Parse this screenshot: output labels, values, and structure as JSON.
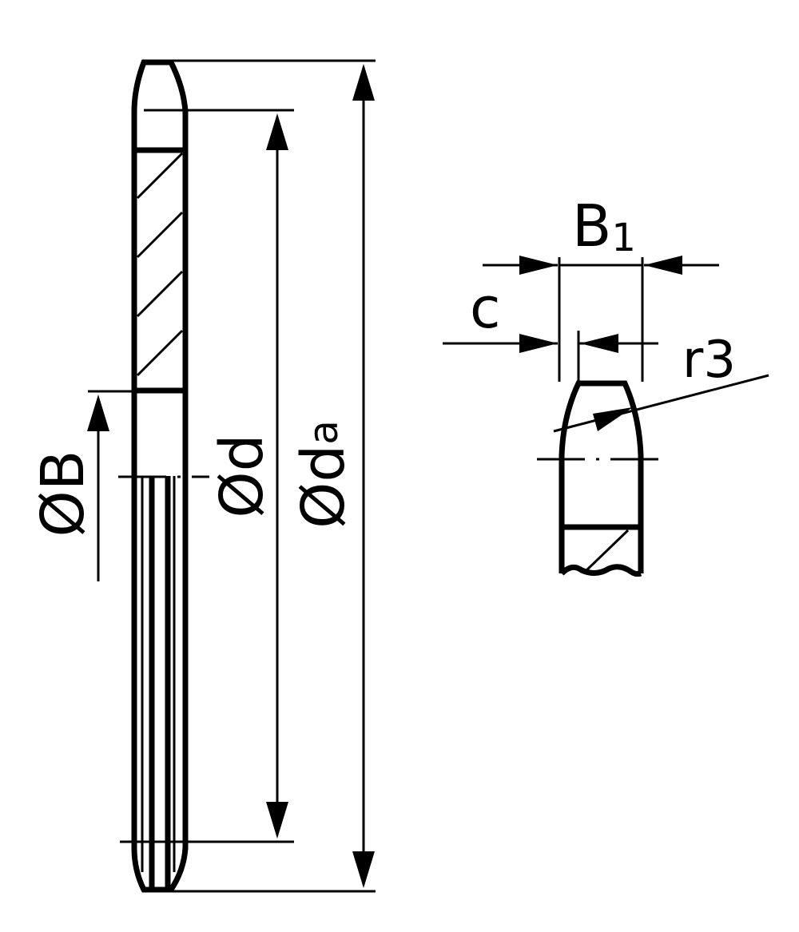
{
  "labels": {
    "bore_diameter": "ØB",
    "pitch_diameter": "Ød",
    "outside_diameter_main": "Ød",
    "outside_diameter_sub": "a",
    "tooth_width_main": "B",
    "tooth_width_sub": "1",
    "chamfer": "c",
    "radius": "r3"
  }
}
